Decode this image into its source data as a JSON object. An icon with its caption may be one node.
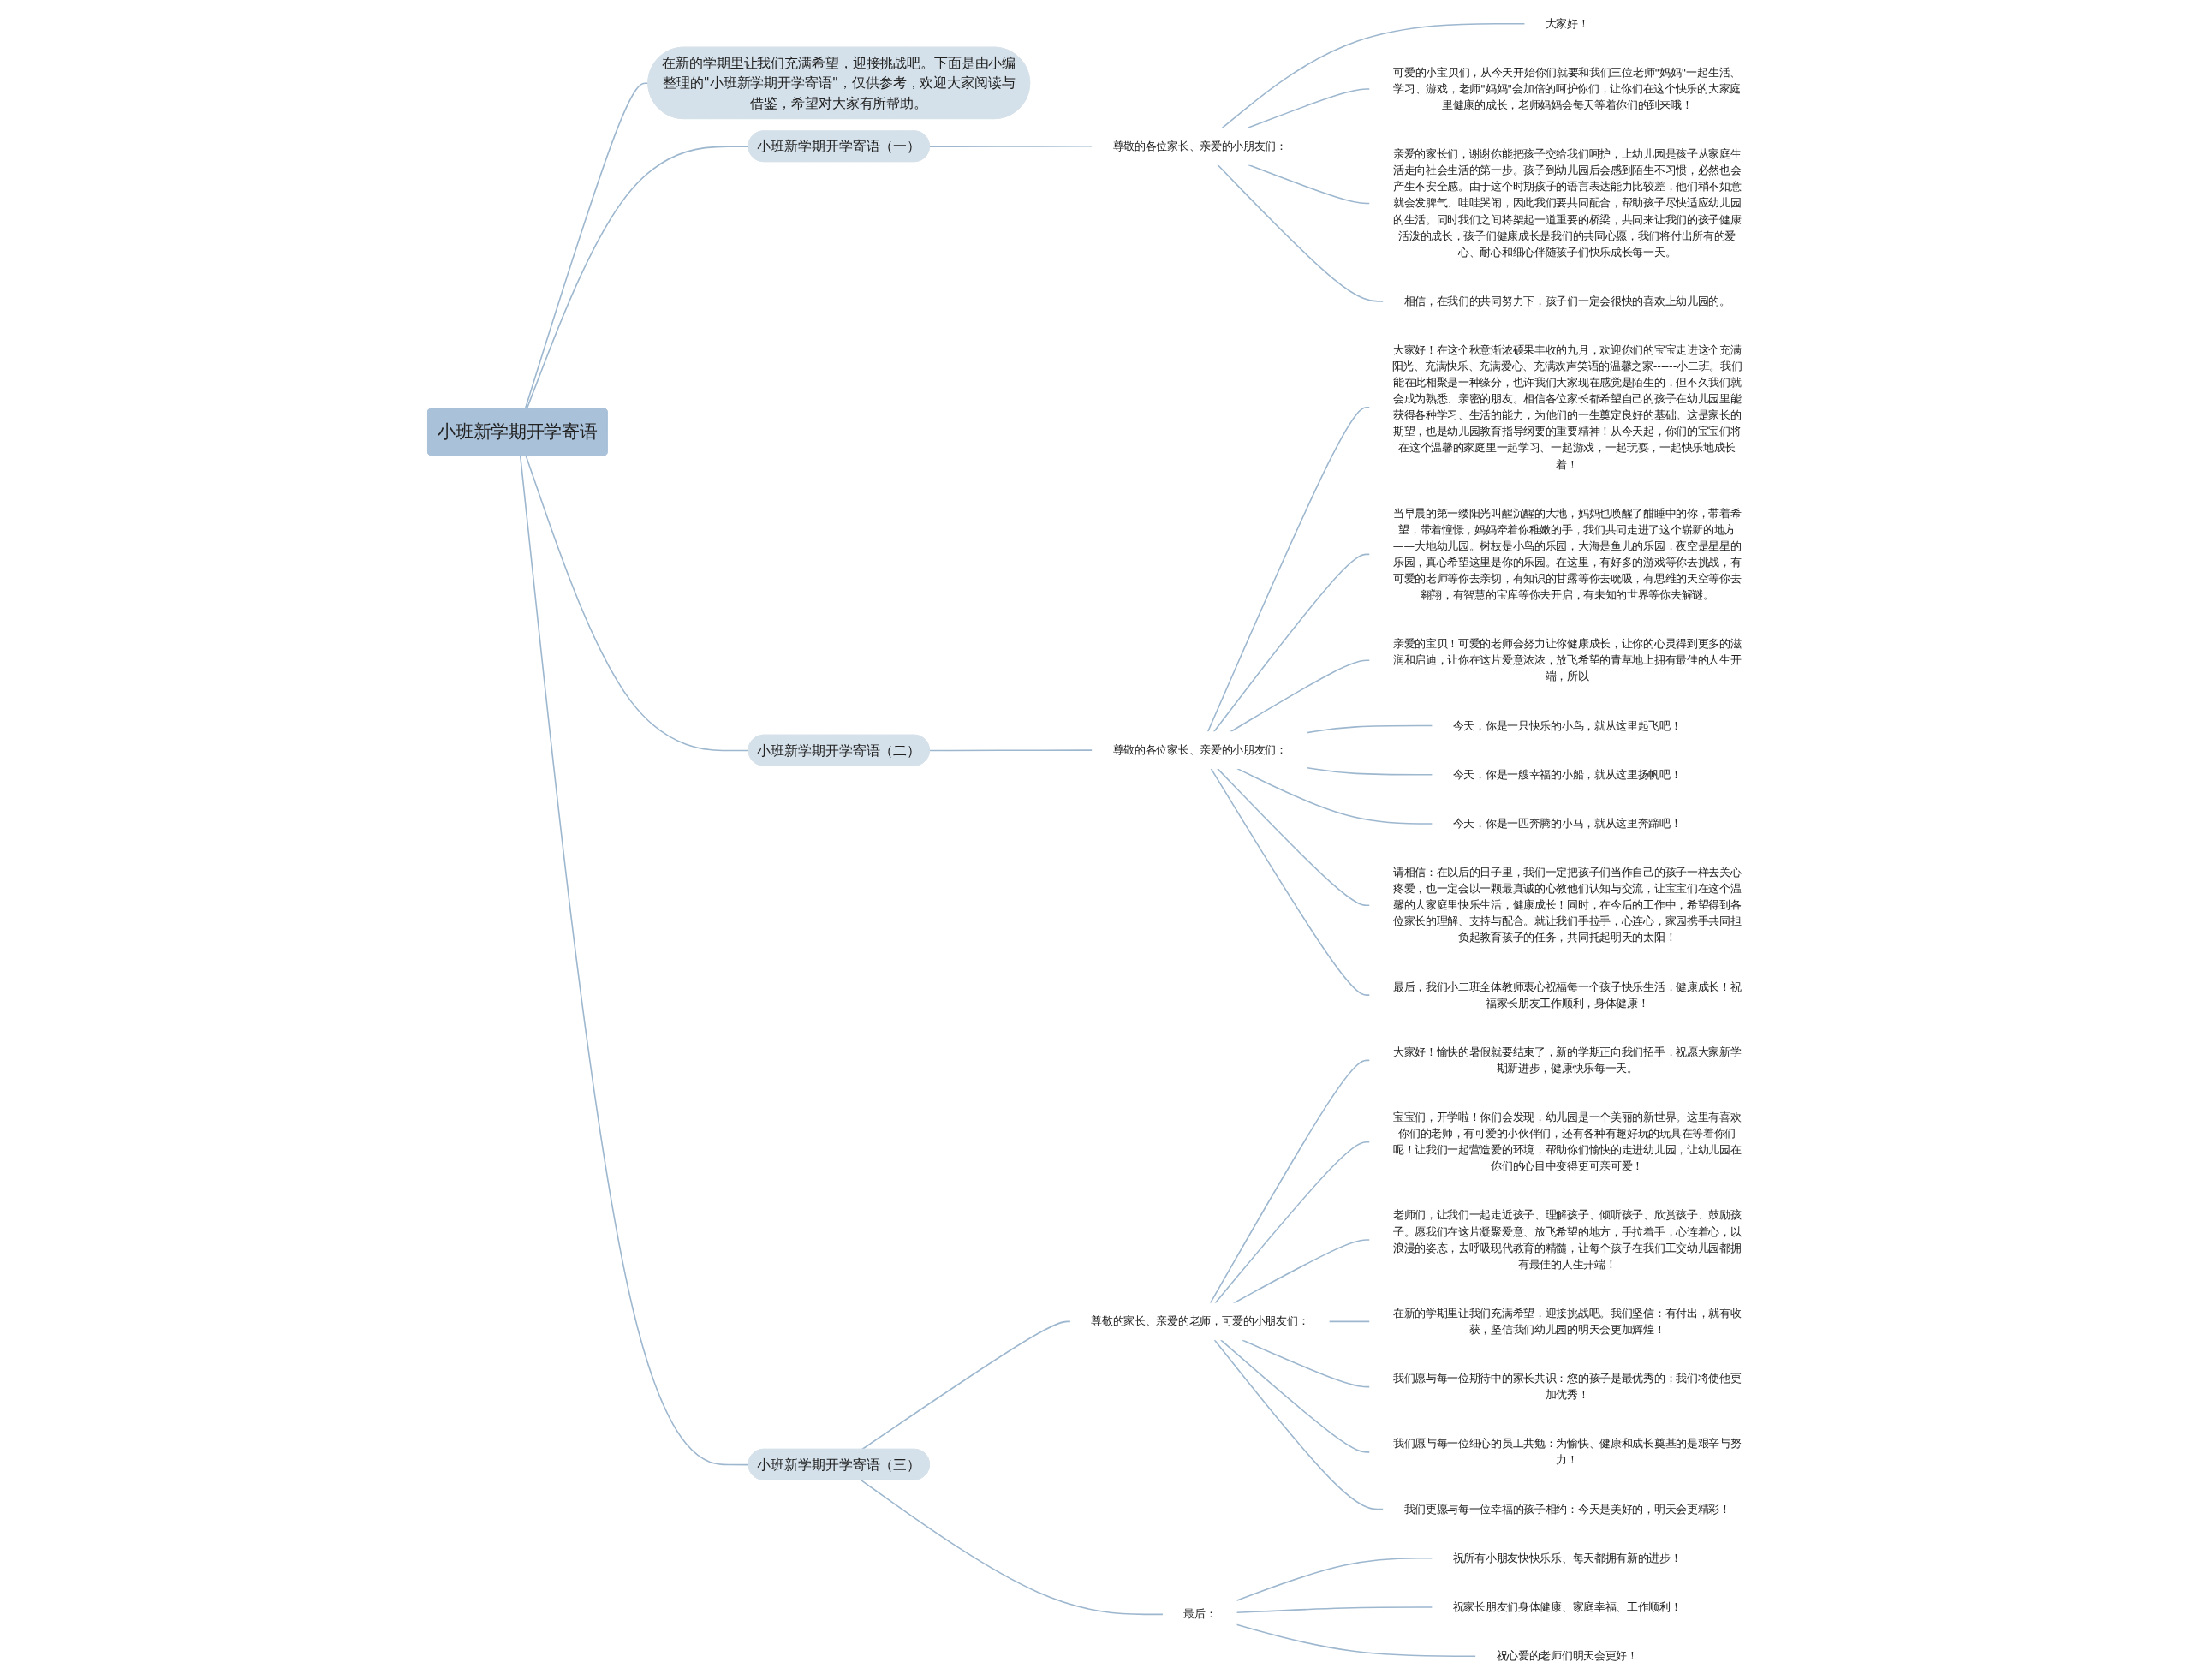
{
  "diagram": {
    "nodes": [
      {
        "text": [
          "小班新学期开学寄语"
        ]
      },
      {
        "text": [
          "在新的学期里让我们充满希望，迎接挑战吧。下面是由小编整理的\"小班新学期开学寄语\"，仅供参考，欢迎大家阅读与借鉴，希望对大家有所帮助。"
        ]
      },
      {
        "text": [
          "小班新学期开学寄语（一）"
        ]
      },
      {
        "text": [
          "尊敬的各位家长、亲爱的小朋友们："
        ]
      },
      {
        "text": [
          "大家好！"
        ]
      },
      {
        "text": [
          "可爱的小宝贝们，从今天开始你们就要和我们三位老师\"妈妈\"一起生活、学习、游戏，老师\"妈妈\"会加倍的呵护你们，让你们在这个快乐的大家庭里健康的成长，老师妈妈会每天等着你们的到来哦！"
        ]
      },
      {
        "text": [
          "亲爱的家长们，谢谢你能把孩子交给我们呵护，上幼儿园是孩子从家庭生活走向社会生活的第一步。孩子到幼儿园后会感到陌生不习惯，必然也会产生不安全感。由于这个时期孩子的语言表达能力比较差，他们稍不如意就会发脾气、哇哇哭闹，因此我们要共同配合，帮助孩子尽快适应幼儿园的生活。同时我们之间将架起一道重要的桥梁，共同来让我们的孩子健康活泼的成长，孩子们健康成长是我们的共同心愿，我们将付出所有的爱心、耐心和细心伴随孩子们快乐成长每一天。"
        ]
      },
      {
        "text": [
          "相信，在我们的共同努力下，孩子们一定会很快的喜欢上幼儿园的。"
        ]
      },
      {
        "text": [
          "小班新学期开学寄语（二）"
        ]
      },
      {
        "text": [
          "尊敬的各位家长、亲爱的小朋友们："
        ]
      },
      {
        "text": [
          "大家好！在这个秋意渐浓硕果丰收的九月，欢迎你们的宝宝走进这个充满阳光、充满快乐、充满爱心、充满欢声笑语的温馨之家------小二班。我们能在此相聚是一种缘分，也许我们大家现在感觉是陌生的，但不久我们就会成为熟悉、亲密的朋友。相信各位家长都希望自己的孩子在幼儿园里能获得各种学习、生活的能力，为他们的一生奠定良好的基础。这是家长的期望，也是幼儿园教育指导纲要的重要精神！从今天起，你们的宝宝们将在这个温馨的家庭里一起学习、一起游戏，一起玩耍，一起快乐地成长着！"
        ]
      },
      {
        "text": [
          "当早晨的第一缕阳光叫醒沉醒的大地，妈妈也唤醒了酣睡中的你，带着希望，带着憧憬，妈妈牵着你稚嫩的手，我们共同走进了这个崭新的地方——大地幼儿园。树枝是小鸟的乐园，大海是鱼儿的乐园，夜空是星星的乐园，真心希望这里是你的乐园。在这里，有好多的游戏等你去挑战，有可爱的老师等你去亲切，有知识的甘露等你去吮吸，有思维的天空等你去翱翔，有智慧的宝库等你去开启，有未知的世界等你去解谜。"
        ]
      },
      {
        "text": [
          "亲爱的宝贝！可爱的老师会努力让你健康成长，让你的心灵得到更多的滋润和启迪，让你在这片爱意浓浓，放飞希望的青草地上拥有最佳的人生开端，所以"
        ]
      },
      {
        "text": [
          "今天，你是一只快乐的小鸟，就从这里起飞吧！"
        ]
      },
      {
        "text": [
          "今天，你是一艘幸福的小船，就从这里扬帆吧！"
        ]
      },
      {
        "text": [
          "今天，你是一匹奔腾的小马，就从这里奔蹄吧！"
        ]
      },
      {
        "text": [
          "请相信：在以后的日子里，我们一定把孩子们当作自己的孩子一样去关心疼爱，也一定会以一颗最真诚的心教他们认知与交流，让宝宝们在这个温馨的大家庭里快乐生活，健康成长！同时，在今后的工作中，希望得到各位家长的理解、支持与配合。就让我们手拉手，心连心，家园携手共同担负起教育孩子的任务，共同托起明天的太阳！"
        ]
      },
      {
        "text": [
          "最后，我们小二班全体教师衷心祝福每一个孩子快乐生活，健康成长！祝福家长朋友工作顺利，身体健康！"
        ]
      },
      {
        "text": [
          "小班新学期开学寄语（三）"
        ]
      },
      {
        "text": [
          "尊敬的家长、亲爱的老师，可爱的小朋友们："
        ]
      },
      {
        "text": [
          "大家好！愉快的暑假就要结束了，新的学期正向我们招手，祝愿大家新学期新进步，健康快乐每一天。"
        ]
      },
      {
        "text": [
          "宝宝们，开学啦！你们会发现，幼儿园是一个美丽的新世界。这里有喜欢你们的老师，有可爱的小伙伴们，还有各种有趣好玩的玩具在等着你们呢！让我们一起营造爱的环境，帮助你们愉快的走进幼儿园，让幼儿园在你们的心目中变得更可亲可爱！"
        ]
      },
      {
        "text": [
          "老师们，让我们一起走近孩子、理解孩子、倾听孩子、欣赏孩子、鼓励孩子。愿我们在这片凝聚爱意、放飞希望的地方，手拉着手，心连着心，以浪漫的姿态，去呼吸现代教育的精髓，让每个孩子在我们工交幼儿园都拥有最佳的人生开端！"
        ]
      },
      {
        "text": [
          "在新的学期里让我们充满希望，迎接挑战吧。我们坚信：有付出，就有收获，坚信我们幼儿园的明天会更加辉煌！"
        ]
      },
      {
        "text": [
          "我们愿与每一位期待中的家长共识：您的孩子是最优秀的；我们将使他更加优秀！"
        ]
      },
      {
        "text": [
          "我们愿与每一位细心的员工共勉：为愉快、健康和成长奠基的是艰辛与努力！"
        ]
      },
      {
        "text": [
          "我们更愿与每一位幸福的孩子相约：今天是美好的，明天会更精彩！"
        ]
      },
      {
        "text": [
          "最后："
        ]
      },
      {
        "text": [
          "祝所有小朋友快快乐乐、每天都拥有新的进步！"
        ]
      },
      {
        "text": [
          "祝家长朋友们身体健康、家庭幸福、工作顺利！"
        ]
      },
      {
        "text": [
          "祝心爱的老师们明天会更好！"
        ]
      }
    ],
    "edges": [
      {
        "from": 0,
        "to": 1,
        "arrow": "none"
      },
      {
        "from": 0,
        "to": 2,
        "arrow": "none"
      },
      {
        "from": 2,
        "to": 3,
        "arrow": "none"
      },
      {
        "from": 3,
        "to": 4,
        "arrow": "none"
      },
      {
        "from": 3,
        "to": 5,
        "arrow": "none"
      },
      {
        "from": 3,
        "to": 6,
        "arrow": "none"
      },
      {
        "from": 3,
        "to": 7,
        "arrow": "none"
      },
      {
        "from": 0,
        "to": 8,
        "arrow": "none"
      },
      {
        "from": 8,
        "to": 9,
        "arrow": "none"
      },
      {
        "from": 9,
        "to": 10,
        "arrow": "none"
      },
      {
        "from": 9,
        "to": 11,
        "arrow": "none"
      },
      {
        "from": 9,
        "to": 12,
        "arrow": "none"
      },
      {
        "from": 9,
        "to": 13,
        "arrow": "none"
      },
      {
        "from": 9,
        "to": 14,
        "arrow": "none"
      },
      {
        "from": 9,
        "to": 15,
        "arrow": "none"
      },
      {
        "from": 9,
        "to": 16,
        "arrow": "none"
      },
      {
        "from": 9,
        "to": 17,
        "arrow": "none"
      },
      {
        "from": 0,
        "to": 18,
        "arrow": "none"
      },
      {
        "from": 18,
        "to": 19,
        "arrow": "none"
      },
      {
        "from": 19,
        "to": 20,
        "arrow": "none"
      },
      {
        "from": 19,
        "to": 21,
        "arrow": "none"
      },
      {
        "from": 19,
        "to": 22,
        "arrow": "none"
      },
      {
        "from": 19,
        "to": 23,
        "arrow": "none"
      },
      {
        "from": 19,
        "to": 24,
        "arrow": "none"
      },
      {
        "from": 19,
        "to": 25,
        "arrow": "none"
      },
      {
        "from": 19,
        "to": 26,
        "arrow": "none"
      },
      {
        "from": 18,
        "to": 27,
        "arrow": "none"
      },
      {
        "from": 27,
        "to": 28,
        "arrow": "none"
      },
      {
        "from": 27,
        "to": 29,
        "arrow": "none"
      },
      {
        "from": 27,
        "to": 30,
        "arrow": "none"
      }
    ]
  }
}
